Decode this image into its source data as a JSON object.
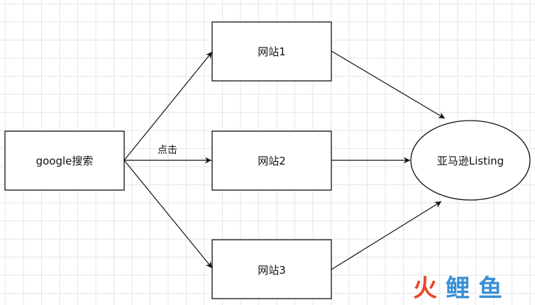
{
  "nodes": {
    "google": {
      "label": "google搜索"
    },
    "site1": {
      "label": "网站1"
    },
    "site2": {
      "label": "网站2"
    },
    "site3": {
      "label": "网站3"
    },
    "amazon": {
      "label": "亚马逊Listing"
    }
  },
  "edges": {
    "click_label": "点击"
  },
  "watermark": {
    "text": "火鲤鱼",
    "colors": {
      "first": "#e8492b",
      "second": "#3a8fd6",
      "third": "#3a8fd6"
    }
  }
}
